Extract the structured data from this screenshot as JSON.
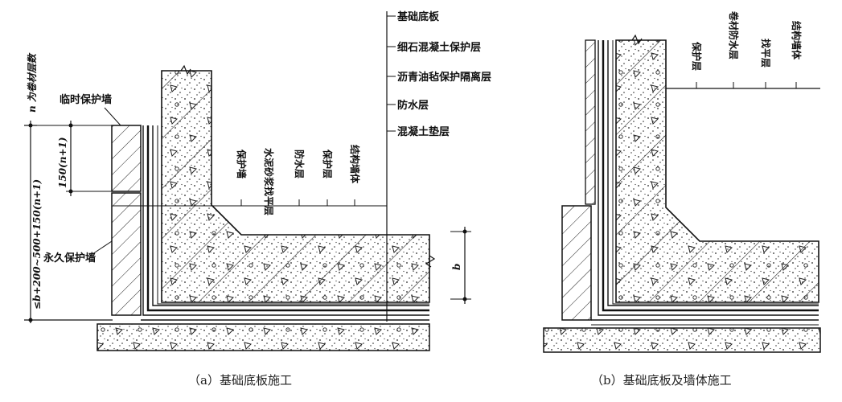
{
  "diagram_a": {
    "caption": "（a）基础底板施工",
    "layer_labels": [
      "基础底板",
      "细石混凝土保护层",
      "沥青油毡保护隔离层",
      "防水层",
      "混凝土垫层"
    ],
    "wall_labels": [
      "保护墙",
      "水泥砂浆找平层",
      "防水层",
      "保护层",
      "结构墙体"
    ],
    "temp_wall": "临时保护墙",
    "perm_wall": "永久保护墙",
    "dim_total": "≤b+200~500+150(n+1)",
    "dim_n_note": "n 为卷材层数",
    "dim_overlap": "150(n+1)",
    "dim_b": "b"
  },
  "diagram_b": {
    "caption": "（b）基础底板及墙体施工",
    "wall_labels": [
      "保护层",
      "卷材防水层",
      "找平层",
      "结构墙体"
    ]
  },
  "colors": {
    "ink": "#111111",
    "background": "#ffffff"
  }
}
